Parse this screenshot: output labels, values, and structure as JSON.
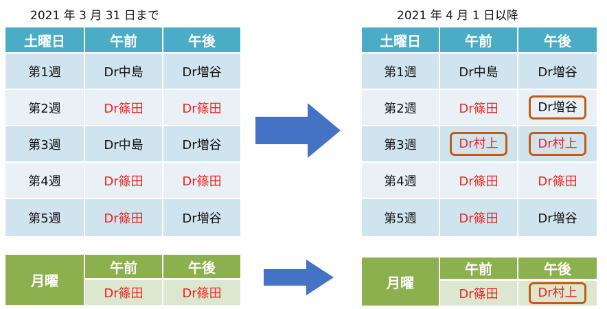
{
  "before": {
    "title": "2021 年 3 月 31 日まで",
    "headers": [
      "土曜日",
      "午前",
      "午後"
    ],
    "rows": [
      {
        "week": "第1週",
        "am": "Dr中島",
        "pm": "Dr増谷"
      },
      {
        "week": "第2週",
        "am": "Dr篠田",
        "pm": "Dr篠田"
      },
      {
        "week": "第3週",
        "am": "Dr中島",
        "pm": "Dr増谷"
      },
      {
        "week": "第4週",
        "am": "Dr篠田",
        "pm": "Dr篠田"
      },
      {
        "week": "第5週",
        "am": "Dr篠田",
        "pm": "Dr増谷"
      }
    ],
    "monday": {
      "label": "月曜",
      "am_header": "午前",
      "pm_header": "午後",
      "am": "Dr篠田",
      "pm": "Dr篠田"
    }
  },
  "after": {
    "title": "2021 年 4 月 1 日以降",
    "headers": [
      "土曜日",
      "午前",
      "午後"
    ],
    "rows": [
      {
        "week": "第1週",
        "am": "Dr中島",
        "pm": "Dr増谷"
      },
      {
        "week": "第2週",
        "am": "Dr篠田",
        "pm": "Dr増谷"
      },
      {
        "week": "第3週",
        "am": "Dr村上",
        "pm": "Dr村上"
      },
      {
        "week": "第4週",
        "am": "Dr篠田",
        "pm": "Dr篠田"
      },
      {
        "week": "第5週",
        "am": "Dr篠田",
        "pm": "Dr増谷"
      }
    ],
    "monday": {
      "label": "月曜",
      "am_header": "午前",
      "pm_header": "午後",
      "am": "Dr篠田",
      "pm": "Dr村上"
    }
  },
  "colors": {
    "header_blue": "#4bacc6",
    "row_odd": "#d0e4ef",
    "row_even": "#e9f1f6",
    "red_text": "#e8231e",
    "highlight_border": "#c55a11",
    "monday_green": "#8db04e",
    "monday_cell": "#dbe8cf",
    "arrow_blue": "#4472c4"
  }
}
